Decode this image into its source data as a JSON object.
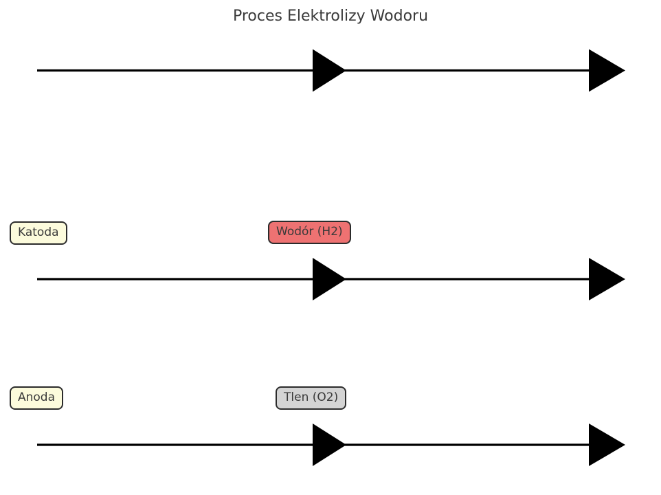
{
  "title": "Proces Elektrolizy Wodoru",
  "labels": {
    "katoda": "Katoda",
    "wodor": "Wodór (H2)",
    "anoda": "Anoda",
    "tlen": "Tlen (O2)"
  },
  "colors": {
    "background": "#FFFFFF",
    "text": "#3A3A3A",
    "arrow": "#000000",
    "box_border": "#2B2B2B",
    "electrode_box_bg": "#FCFBDC",
    "hydrogen_box_bg": "#EE7272",
    "oxygen_box_bg": "#D4D4D4"
  }
}
